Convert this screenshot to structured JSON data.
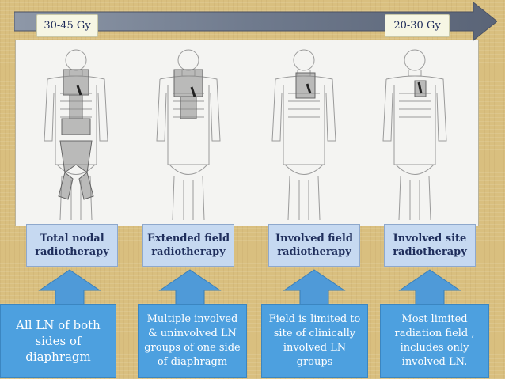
{
  "doses": {
    "left": "30-45 Gy",
    "right": "20-30 Gy"
  },
  "types": [
    {
      "title": "Total nodal radiotherapy",
      "desc": "All LN of both sides of diaphragm"
    },
    {
      "title": "Extended field radiotherapy",
      "desc": "Multiple involved & uninvolved LN groups of one side of diaphragm"
    },
    {
      "title": "Involved field radiotherapy",
      "desc": "Field is limited to site of clinically involved LN groups"
    },
    {
      "title": "Involved site radiotherapy",
      "desc": "Most limited radiation field , includes only involved LN."
    }
  ],
  "colors": {
    "background": "#d9bf7f",
    "arrow": "#6f7a8d",
    "title_box": "#c6d9f1",
    "desc_box": "#4da0df",
    "up_arrow": "#4f9ad8",
    "field_shade": "#8a8a8a"
  }
}
